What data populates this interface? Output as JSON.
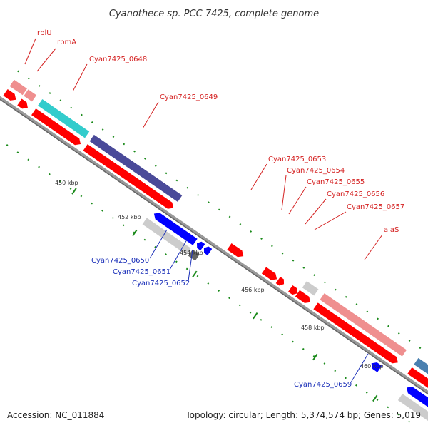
{
  "title": "Cyanothece sp. PCC 7425, complete genome",
  "footer": {
    "accession": "Accession: NC_011884",
    "topology": "Topology: circular; Length: 5,374,574 bp; Genes: 5,019"
  },
  "ruler": {
    "ticks": [
      "450 kbp",
      "452 kbp",
      "454 kbp",
      "456 kbp",
      "458 kbp",
      "460 kbp"
    ]
  },
  "genes_top": [
    {
      "name": "rplU",
      "color": "#d42020"
    },
    {
      "name": "rpmA",
      "color": "#d42020"
    },
    {
      "name": "Cyan7425_0648",
      "color": "#d42020"
    },
    {
      "name": "Cyan7425_0649",
      "color": "#d42020"
    },
    {
      "name": "Cyan7425_0653",
      "color": "#d42020"
    },
    {
      "name": "Cyan7425_0654",
      "color": "#d42020"
    },
    {
      "name": "Cyan7425_0655",
      "color": "#d42020"
    },
    {
      "name": "Cyan7425_0656",
      "color": "#d42020"
    },
    {
      "name": "Cyan7425_0657",
      "color": "#d42020"
    },
    {
      "name": "alaS",
      "color": "#d42020"
    }
  ],
  "genes_bottom": [
    {
      "name": "Cyan7425_0650",
      "color": "#1a2fb8"
    },
    {
      "name": "Cyan7425_0651",
      "color": "#1a2fb8"
    },
    {
      "name": "Cyan7425_0652",
      "color": "#1a2fb8"
    },
    {
      "name": "Cyan7425_0659",
      "color": "#1a2fb8"
    }
  ],
  "colors": {
    "forward_cds": "#ff0000",
    "reverse_cds": "#0000ff",
    "forward_feature_light": "#ef8f8f",
    "reverse_feature_light": "#cccccc",
    "cyan_feature": "#33cccc",
    "purple_feature": "#4a4a99",
    "steelblue_feature": "#4a80b0",
    "backbone": "#888888",
    "tick_green": "#1a8a1a"
  }
}
